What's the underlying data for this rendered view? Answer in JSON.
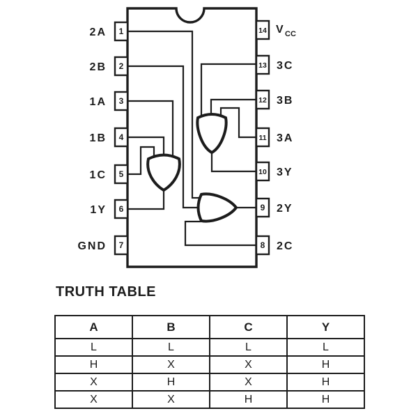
{
  "colors": {
    "ink": "#1c1c1c",
    "background": "#ffffff"
  },
  "diagram": {
    "left_pins": [
      {
        "number": "1",
        "label": "2A"
      },
      {
        "number": "2",
        "label": "2B"
      },
      {
        "number": "3",
        "label": "1A"
      },
      {
        "number": "4",
        "label": "1B"
      },
      {
        "number": "5",
        "label": "1C"
      },
      {
        "number": "6",
        "label": "1Y"
      },
      {
        "number": "7",
        "label": "GND"
      }
    ],
    "right_pins": [
      {
        "number": "14",
        "label": "V",
        "label_sub": "CC"
      },
      {
        "number": "13",
        "label": "3C"
      },
      {
        "number": "12",
        "label": "3B"
      },
      {
        "number": "11",
        "label": "3A"
      },
      {
        "number": "10",
        "label": "3Y"
      },
      {
        "number": "9",
        "label": "2Y"
      },
      {
        "number": "8",
        "label": "2C"
      }
    ]
  },
  "truth_table": {
    "title": "TRUTH TABLE",
    "headers": [
      "A",
      "B",
      "C",
      "Y"
    ],
    "rows": [
      [
        "L",
        "L",
        "L",
        "L"
      ],
      [
        "H",
        "X",
        "X",
        "H"
      ],
      [
        "X",
        "H",
        "X",
        "H"
      ],
      [
        "X",
        "X",
        "H",
        "H"
      ]
    ]
  }
}
